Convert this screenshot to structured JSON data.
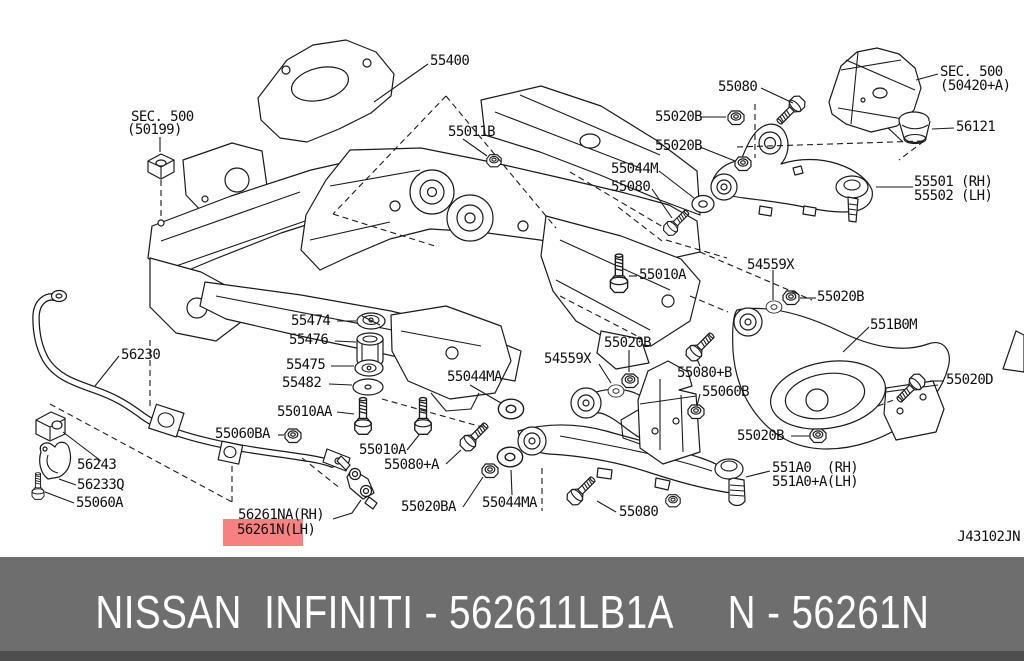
{
  "diagram_code": "J43102JN",
  "highlighted_part": "56261N(LH)",
  "colors": {
    "highlight": "#f98080",
    "footer_bg": "#6e6e6e",
    "footer_bg_dark": "#4e4e4e",
    "footer_text": "#ffffff",
    "line": "#1a1a1a",
    "background": "#ffffff"
  },
  "footer": {
    "left": "NISSAN  INFINITI - 562611LB1A",
    "right": "N - 56261N"
  },
  "labels": {
    "sec500a_1": {
      "text": "SEC. 500"
    },
    "sec500a_2": {
      "text": "(50199)"
    },
    "p55400": {
      "text": "55400"
    },
    "p55011B": {
      "text": "55011B"
    },
    "p55080_top": {
      "text": "55080"
    },
    "sec500b_1": {
      "text": "SEC. 500"
    },
    "sec500b_2": {
      "text": "(50420+A)"
    },
    "p55020B_a": {
      "text": "55020B"
    },
    "p55020B_b": {
      "text": "55020B"
    },
    "p56121": {
      "text": "56121"
    },
    "p55044M": {
      "text": "55044M"
    },
    "p55080_mid": {
      "text": "55080"
    },
    "p55501": {
      "text": "55501 (RH)"
    },
    "p55502": {
      "text": "55502 (LH)"
    },
    "p55010A_up": {
      "text": "55010A"
    },
    "p54559X_up": {
      "text": "54559X"
    },
    "p55020B_c": {
      "text": "55020B"
    },
    "p551B0M": {
      "text": "551B0M"
    },
    "p55020D": {
      "text": "55020D"
    },
    "p55020B_d": {
      "text": "55020B"
    },
    "p54559X_mid": {
      "text": "54559X"
    },
    "p55080pB": {
      "text": "55080+B"
    },
    "p55060B": {
      "text": "55060B"
    },
    "p55474": {
      "text": "55474"
    },
    "p55476": {
      "text": "55476"
    },
    "p55475": {
      "text": "55475"
    },
    "p55482": {
      "text": "55482"
    },
    "p55010AA": {
      "text": "55010AA"
    },
    "p56230": {
      "text": "56230"
    },
    "p55060BA": {
      "text": "55060BA"
    },
    "p56243": {
      "text": "56243"
    },
    "p56233Q": {
      "text": "56233Q"
    },
    "p55060A": {
      "text": "55060A"
    },
    "p55010A_low": {
      "text": "55010A"
    },
    "p55080pA": {
      "text": "55080+A"
    },
    "p55020BA": {
      "text": "55020BA"
    },
    "p55044MA_up": {
      "text": "55044MA"
    },
    "p55044MA_low": {
      "text": "55044MA"
    },
    "p55080_low": {
      "text": "55080"
    },
    "p55020B_e": {
      "text": "55020B"
    },
    "p551A0_1": {
      "text": "551A0  (RH)"
    },
    "p551A0_2": {
      "text": "551A0+A(LH)"
    },
    "p56261NA": {
      "text": "56261NA(RH)"
    },
    "p56261N": {
      "text": "56261N(LH)"
    }
  }
}
